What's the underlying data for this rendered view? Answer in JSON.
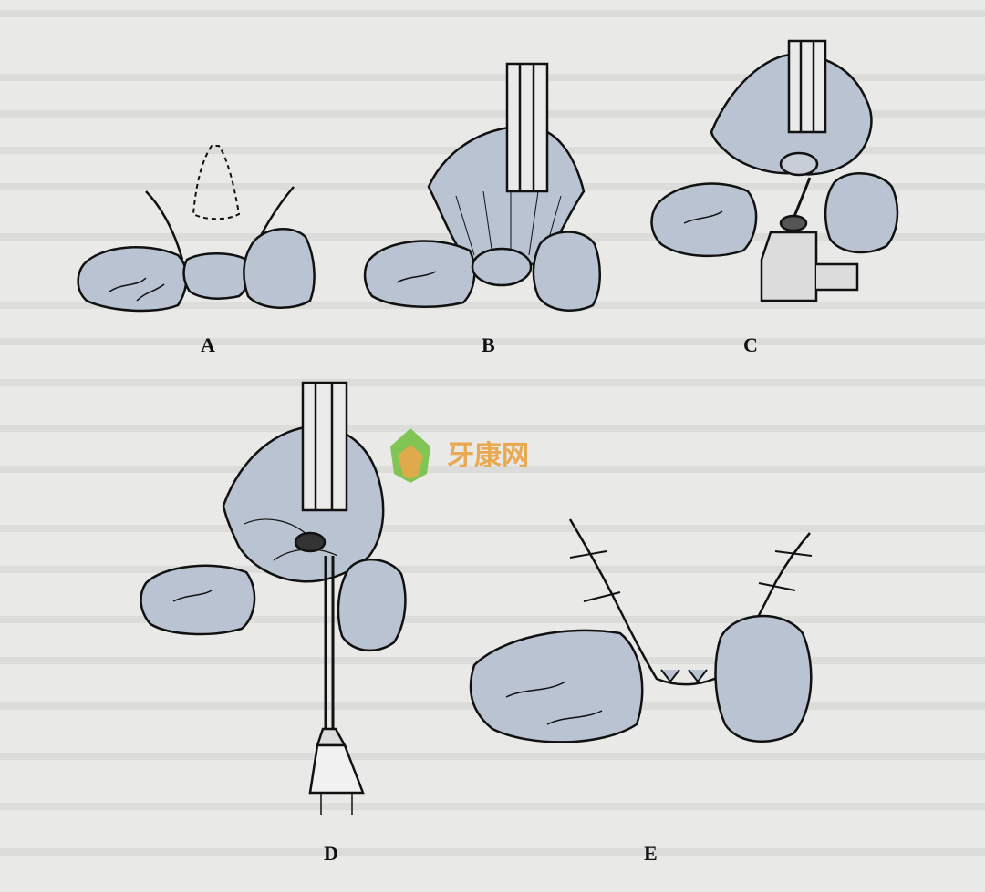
{
  "labels": {
    "a": "A",
    "b": "B",
    "c": "C",
    "d": "D",
    "e": "E"
  },
  "watermark": {
    "text": "牙康网",
    "icon": "leaf-logo-icon"
  },
  "colors": {
    "tooth_fill": "#b9c3d2",
    "ink": "#111111",
    "background": "#e9e9e7",
    "watermark_green": "#6fbf3a",
    "watermark_orange": "#e8a64a"
  }
}
